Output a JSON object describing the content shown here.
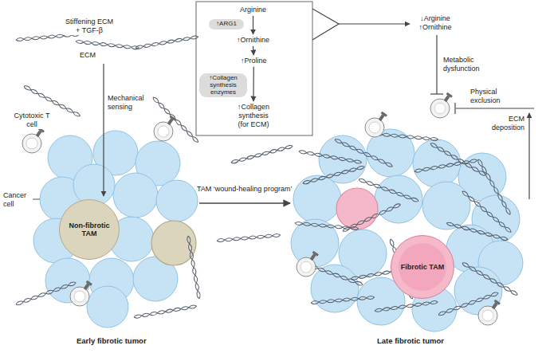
{
  "diagram": {
    "nodes": [
      {
        "text": [
          "Arginine"
        ]
      },
      {
        "text": [
          "↑ARG1"
        ]
      },
      {
        "text": [
          "↑Ornithine"
        ]
      },
      {
        "text": [
          "↑Proline"
        ]
      },
      {
        "text": [
          "↑Collagen synthesis enzymes"
        ]
      },
      {
        "text": [
          "↑Collagen synthesis (for ECM)"
        ]
      },
      {
        "text": [
          "Non-fibrotic TAM"
        ]
      },
      {
        "text": [
          "Fibrotic TAM"
        ]
      }
    ],
    "edges": [
      {
        "from": 0,
        "to": 2,
        "arrow": "to"
      },
      {
        "from": 2,
        "to": 3,
        "arrow": "to"
      },
      {
        "from": 3,
        "to": 5,
        "arrow": "to"
      }
    ],
    "labels": [
      "Stiffening ECM + TGF-β",
      "ECM",
      "Mechanical sensing",
      "Cytotoxic T cell",
      "Cancer cell",
      "Early fibrotic tumor",
      "TAM ‘wound-healing program’",
      "↓Arginine ↑Ornithine",
      "Metabolic dysfunction",
      "Physical exclusion",
      "ECM deposition",
      "Late fibrotic tumor"
    ]
  }
}
